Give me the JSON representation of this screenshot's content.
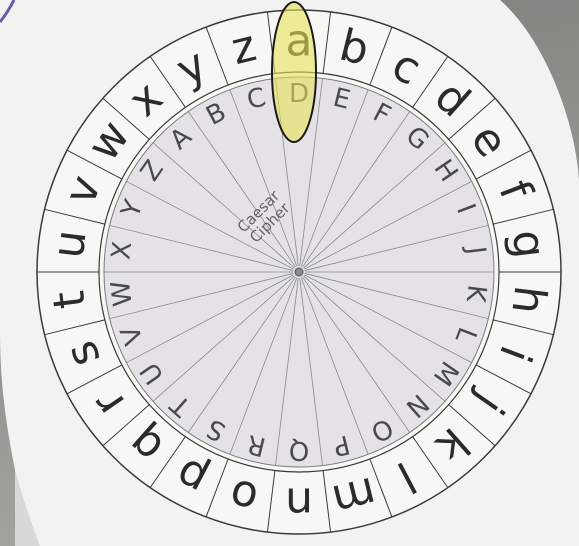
{
  "photo": {
    "outer_ring_letters": [
      "a",
      "b",
      "c",
      "d",
      "e",
      "f",
      "g",
      "h",
      "i",
      "j",
      "k",
      "l",
      "m",
      "n",
      "o",
      "p",
      "q",
      "r",
      "s",
      "t",
      "u",
      "v",
      "w",
      "x",
      "y",
      "z"
    ],
    "inner_ring_letters": [
      "A",
      "B",
      "C",
      "D",
      "E",
      "F",
      "G",
      "H",
      "I",
      "J",
      "K",
      "L",
      "M",
      "N",
      "O",
      "P",
      "Q",
      "R",
      "S",
      "T",
      "U",
      "V",
      "W",
      "X",
      "Y",
      "Z"
    ],
    "inner_disc_label_line1": "Caesar",
    "inner_disc_label_line2": "Cipher",
    "inner_shift": 3,
    "highlight": {
      "outer": "a",
      "inner": "D",
      "color": "#e6e25a"
    },
    "colors": {
      "background_top": "#7e7e7a",
      "background_bottom": "#a2a29d",
      "paper": "#f4f4f2",
      "inner_disc": "#e5e3e7",
      "border": "#6a5ab0"
    }
  }
}
